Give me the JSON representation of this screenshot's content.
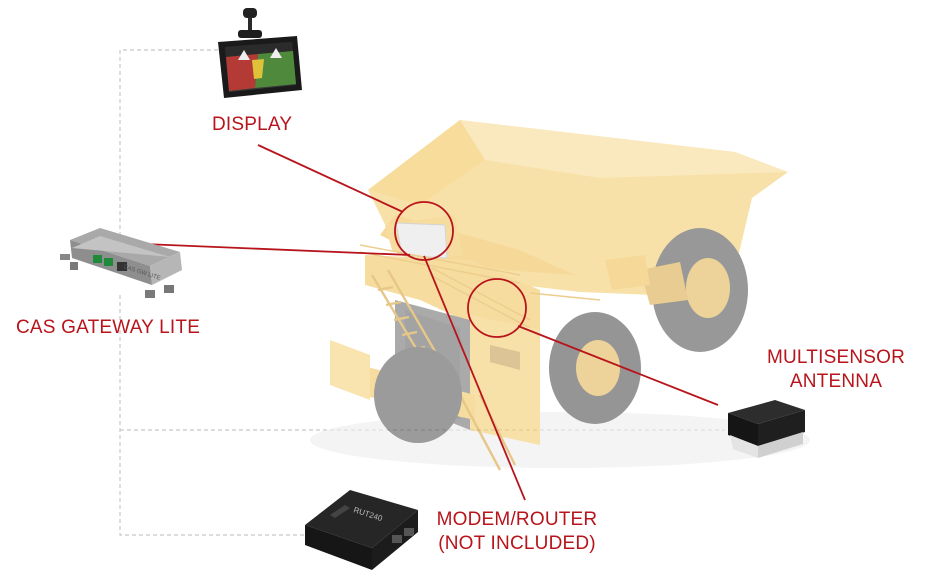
{
  "labels": {
    "display": "DISPLAY",
    "gateway": "CAS GATEWAY LITE",
    "multisensor_line1": "MULTISENSOR",
    "multisensor_line2": "ANTENNA",
    "modem_line1": "MODEM/ROUTER",
    "modem_line2": "(NOT INCLUDED)"
  },
  "devices": {
    "gateway_text": "CAS GW LITE",
    "router_text": "RUT240"
  },
  "colors": {
    "accent": "#b8141b",
    "truck": "#f7d27a",
    "connector": "#c8c8c8"
  }
}
